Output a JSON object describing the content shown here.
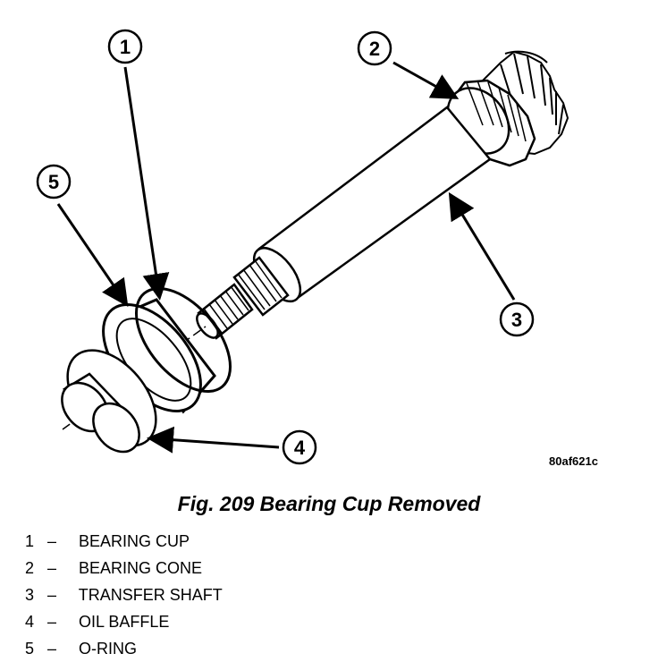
{
  "figure": {
    "caption": "Fig. 209 Bearing Cup Removed",
    "image_code": "80af621c"
  },
  "callouts": [
    "1",
    "2",
    "3",
    "4",
    "5"
  ],
  "legend": [
    {
      "num": "1",
      "dash": "–",
      "label": "BEARING CUP"
    },
    {
      "num": "2",
      "dash": "–",
      "label": "BEARING CONE"
    },
    {
      "num": "3",
      "dash": "–",
      "label": "TRANSFER SHAFT"
    },
    {
      "num": "4",
      "dash": "–",
      "label": "OIL BAFFLE"
    },
    {
      "num": "5",
      "dash": "–",
      "label": "O-RING"
    }
  ]
}
